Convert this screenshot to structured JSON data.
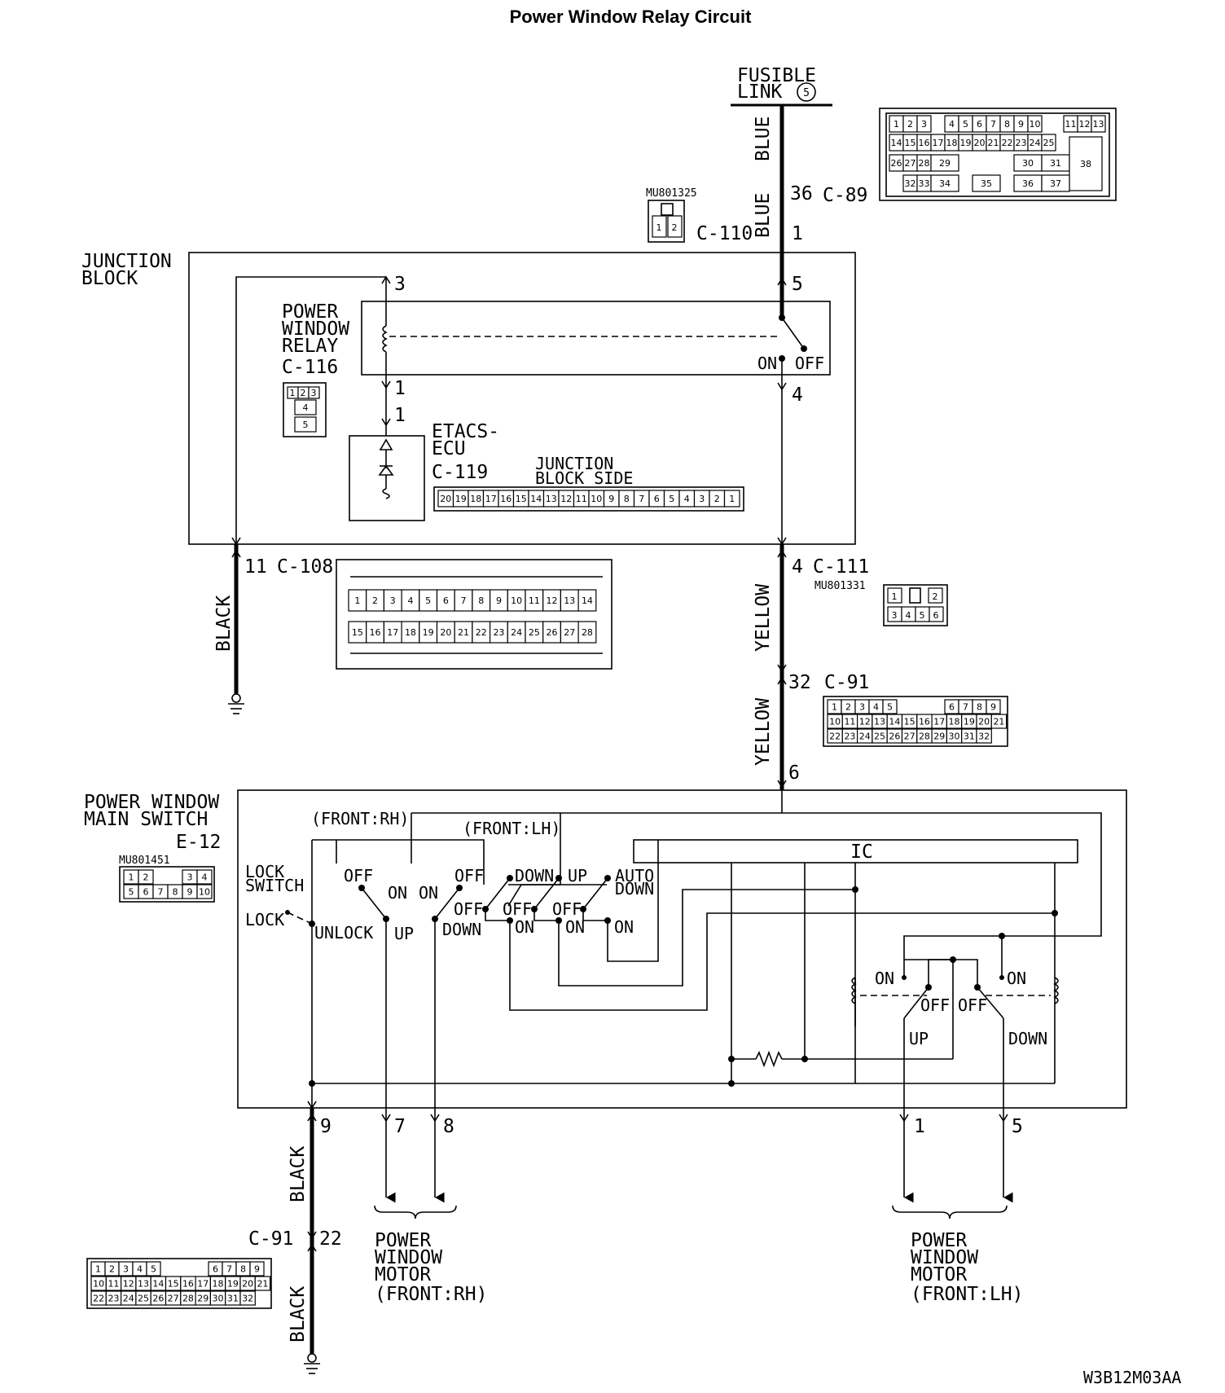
{
  "title": "Power Window Relay Circuit",
  "figure_code": "W3B12M03AA",
  "fusible_link": {
    "line1": "FUSIBLE",
    "line2": "LINK",
    "number": "5"
  },
  "wires": {
    "blue": "BLUE",
    "yellow": "YELLOW",
    "black": "BLACK"
  },
  "connectors": {
    "c89": {
      "name": "C-89",
      "pin": "36"
    },
    "c110": {
      "name": "C-110",
      "pin": "1",
      "part": "MU801325"
    },
    "c108": {
      "name": "C-108",
      "pin": "11"
    },
    "c111": {
      "name": "C-111",
      "pin": "4",
      "part": "MU801331"
    },
    "c91_upper": {
      "name": "C-91",
      "pin": "32"
    },
    "c91_lower": {
      "name": "C-91",
      "pin": "22"
    },
    "e12_part": "MU801451"
  },
  "junction_block": {
    "line1": "JUNCTION",
    "line2": "BLOCK",
    "relay": {
      "line1": "POWER",
      "line2": "WINDOW",
      "line3": "RELAY",
      "connector": "C-116"
    },
    "relay_pins": {
      "coil_top": "3",
      "coil_bottom": "1",
      "contact_in": "5",
      "contact_out": "4"
    },
    "etacs": {
      "line1": "ETACS-",
      "line2": "ECU",
      "connector": "C-119",
      "pin": "1"
    },
    "jb_side": {
      "line1": "JUNCTION",
      "line2": "BLOCK SIDE"
    },
    "contact_labels": {
      "on": "ON",
      "off": "OFF"
    }
  },
  "main_switch": {
    "line1": "POWER WINDOW",
    "line2": "MAIN SWITCH",
    "connector": "E-12",
    "front_rh": "(FRONT:RH)",
    "front_lh": "(FRONT:LH)",
    "ic": "IC",
    "lock_switch": {
      "line1": "LOCK",
      "line2": "SWITCH",
      "lock": "LOCK",
      "unlock": "UNLOCK"
    },
    "labels": {
      "off": "OFF",
      "on": "ON",
      "up": "UP",
      "down": "DOWN",
      "auto_line1": "AUTO",
      "auto_line2": "DOWN"
    },
    "pins": {
      "supply": "6",
      "ground": "9",
      "rh_up": "7",
      "rh_down": "8",
      "lh_up": "1",
      "lh_down": "5"
    }
  },
  "motors": {
    "rh": {
      "line1": "POWER",
      "line2": "WINDOW",
      "line3": "MOTOR",
      "line4": "(FRONT:RH)"
    },
    "lh": {
      "line1": "POWER",
      "line2": "WINDOW",
      "line3": "MOTOR",
      "line4": "(FRONT:LH)"
    }
  },
  "pinouts": {
    "c89": {
      "row1": [
        "1",
        "2",
        "3",
        "4",
        "5",
        "6",
        "7",
        "8",
        "9",
        "10",
        "11",
        "12",
        "13"
      ],
      "row2": [
        "14",
        "15",
        "16",
        "17",
        "18",
        "19",
        "20",
        "21",
        "22",
        "23",
        "24",
        "25"
      ],
      "row3": [
        "26",
        "27",
        "28",
        "29",
        "30",
        "31",
        "38"
      ],
      "row4": [
        "32",
        "33",
        "34",
        "35",
        "36",
        "37"
      ]
    },
    "c110": [
      "1",
      "2"
    ],
    "c116": [
      "1",
      "2",
      "3",
      "4",
      "5"
    ],
    "c119": [
      "20",
      "19",
      "18",
      "17",
      "16",
      "15",
      "14",
      "13",
      "12",
      "11",
      "10",
      "9",
      "8",
      "7",
      "6",
      "5",
      "4",
      "3",
      "2",
      "1"
    ],
    "c108": {
      "row1": [
        "1",
        "2",
        "3",
        "4",
        "5",
        "6",
        "7",
        "8",
        "9",
        "10",
        "11",
        "12",
        "13",
        "14"
      ],
      "row2": [
        "15",
        "16",
        "17",
        "18",
        "19",
        "20",
        "21",
        "22",
        "23",
        "24",
        "25",
        "26",
        "27",
        "28"
      ]
    },
    "c111": [
      "1",
      "2",
      "3",
      "4",
      "5",
      "6"
    ],
    "c91": {
      "row1": [
        "1",
        "2",
        "3",
        "4",
        "5",
        "6",
        "7",
        "8",
        "9"
      ],
      "row2": [
        "10",
        "11",
        "12",
        "13",
        "14",
        "15",
        "16",
        "17",
        "18",
        "19",
        "20",
        "21"
      ],
      "row3": [
        "22",
        "23",
        "24",
        "25",
        "26",
        "27",
        "28",
        "29",
        "30",
        "31",
        "32"
      ]
    },
    "e12": {
      "row1": [
        "1",
        "2",
        "3",
        "4"
      ],
      "row2": [
        "5",
        "6",
        "7",
        "8",
        "9",
        "10"
      ]
    }
  }
}
